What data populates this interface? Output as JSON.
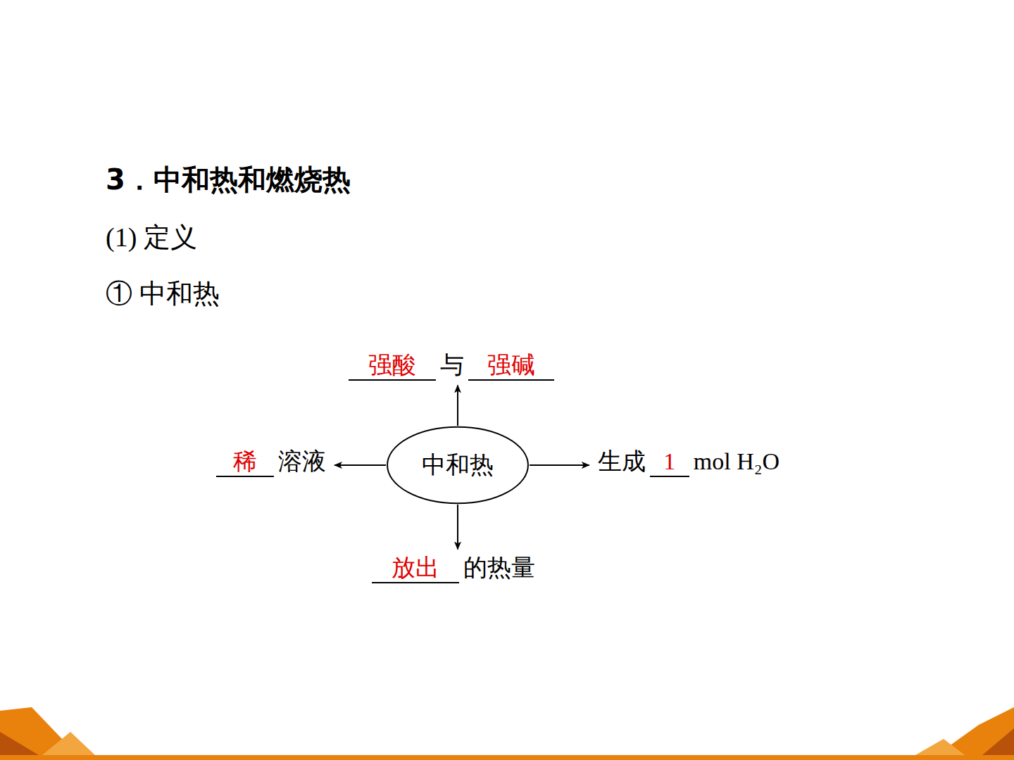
{
  "diagram": {
    "title": "3．中和热和燃烧热",
    "nodes": [
      {
        "text": [
          "中和热"
        ]
      },
      {
        "text": [
          "强酸",
          "与",
          "强碱"
        ]
      },
      {
        "text": [
          "稀",
          "溶液"
        ]
      },
      {
        "text": [
          "生成",
          "1",
          "mol H₂O"
        ]
      },
      {
        "text": [
          "放出",
          "的热量"
        ]
      }
    ],
    "edges": [
      {
        "from": 0,
        "to": 1,
        "arrow": "to"
      },
      {
        "from": 0,
        "to": 2,
        "arrow": "to"
      },
      {
        "from": 0,
        "to": 3,
        "arrow": "to"
      },
      {
        "from": 0,
        "to": 4,
        "arrow": "to"
      }
    ],
    "labels": [
      "(1) 定义",
      "① 中和热"
    ]
  }
}
